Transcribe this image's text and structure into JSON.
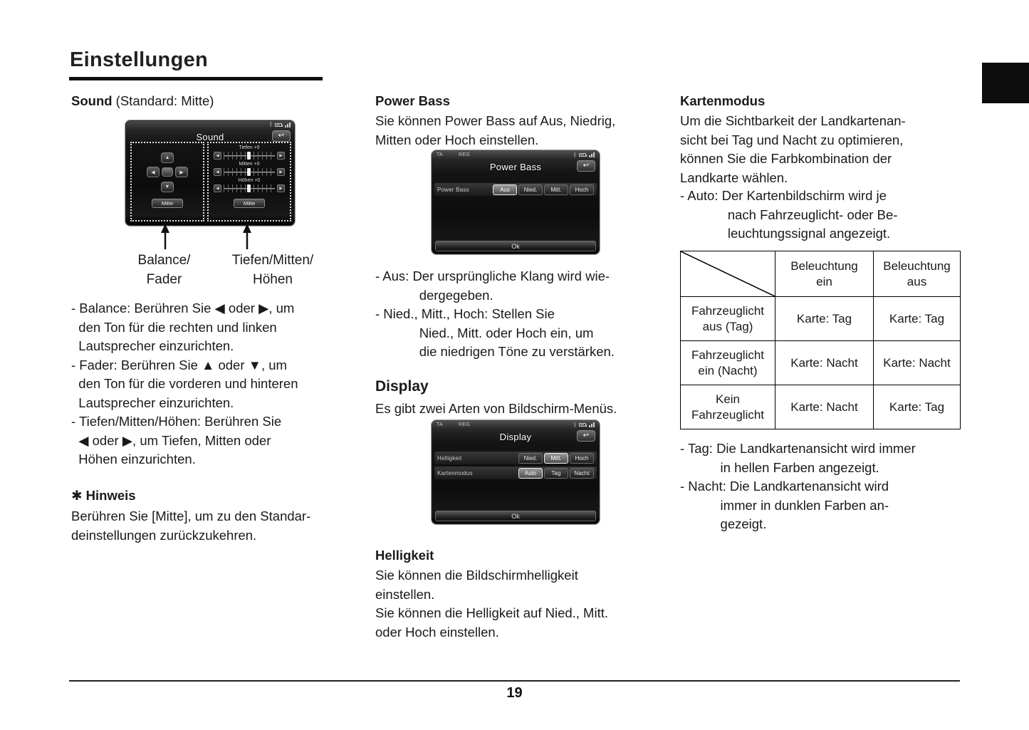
{
  "page": {
    "title": "Einstellungen",
    "page_number": "19"
  },
  "icons": {
    "back": "↩",
    "bluetooth": "ᛒ",
    "up": "▲",
    "down": "▼",
    "left": "◀",
    "right": "▶"
  },
  "sound_section": {
    "heading_bold": "Sound",
    "heading_normal": " (Standard: Mitte)",
    "screen": {
      "title": "Sound",
      "slider_labels": [
        "Tiefen +0",
        "Mitten +0",
        "Höhen +0"
      ],
      "mitte_left": "Mitte",
      "mitte_right": "Mitte"
    },
    "callout_left": "Balance/\nFader",
    "callout_right": "Tiefen/Mitten/\nHöhen",
    "bullets": "- Balance: Berühren Sie ◀ oder ▶, um\n  den Ton für die rechten und linken\n  Lautsprecher einzurichten.\n- Fader: Berühren Sie ▲ oder ▼, um\n  den Ton für die vorderen und hinteren\n  Lautsprecher einzurichten.\n- Tiefen/Mitten/Höhen: Berühren Sie\n  ◀ oder ▶, um Tiefen, Mitten oder\n  Höhen einzurichten.",
    "hinweis_heading": "✱ Hinweis",
    "hinweis_text": "Berühren Sie [Mitte], um zu den Standar-\ndeinstellungen zurückzukehren."
  },
  "powerbass_section": {
    "heading": "Power Bass",
    "intro": "Sie können Power Bass auf Aus, Niedrig,\nMitten oder Hoch einstellen.",
    "screen": {
      "status_left": [
        "TA",
        "REG"
      ],
      "title": "Power Bass",
      "row_label": "Power Bass",
      "options": [
        "Aus",
        "Nied.",
        "Mitt.",
        "Hoch"
      ],
      "selected_option": "Aus",
      "ok_label": "Ok"
    },
    "bullets": "- Aus: Der ursprüngliche Klang wird wie-\n            dergegeben.\n- Nied., Mitt., Hoch: Stellen Sie\n            Nied., Mitt. oder Hoch ein, um\n            die niedrigen Töne zu verstärken."
  },
  "display_section": {
    "heading": "Display",
    "intro": "Es gibt zwei Arten von Bildschirm-Menüs.",
    "screen": {
      "status_left": [
        "TA",
        "REG"
      ],
      "title": "Display",
      "rows": [
        {
          "label": "Helligkeit",
          "options": [
            "Nied.",
            "Mitt.",
            "Hoch"
          ],
          "selected_option": "Mitt."
        },
        {
          "label": "Kartenmodus",
          "options": [
            "Auto",
            "Tag",
            "Nacht"
          ],
          "selected_option": "Auto"
        }
      ],
      "ok_label": "Ok"
    },
    "helligkeit_heading": "Helligkeit",
    "helligkeit_text": "Sie können die Bildschirmhelligkeit\neinstellen.\nSie können die Helligkeit auf Nied., Mitt.\noder Hoch einstellen."
  },
  "kartenmodus_section": {
    "heading": "Kartenmodus",
    "intro": "Um die Sichtbarkeit der Landkartenan-\nsicht bei Tag und Nacht zu optimieren,\nkönnen Sie die Farbkombination der\nLandkarte wählen.",
    "auto_bullet": "- Auto: Der Kartenbildschirm wird je\n             nach Fahrzeuglicht- oder Be-\n             leuchtungssignal angezeigt.",
    "table": {
      "col_headers": [
        "Beleuchtung\nein",
        "Beleuchtung\naus"
      ],
      "rows": [
        {
          "label": "Fahrzeuglicht\naus (Tag)",
          "cells": [
            "Karte: Tag",
            "Karte: Tag"
          ]
        },
        {
          "label": "Fahrzeuglicht\nein (Nacht)",
          "cells": [
            "Karte: Nacht",
            "Karte: Nacht"
          ]
        },
        {
          "label": "Kein\nFahrzeuglicht",
          "cells": [
            "Karte: Nacht",
            "Karte: Tag"
          ]
        }
      ]
    },
    "tag_nacht_bullets": "- Tag: Die Landkartenansicht wird immer\n           in hellen Farben angezeigt.\n- Nacht: Die Landkartenansicht wird\n           immer in dunklen Farben an-\n           gezeigt."
  }
}
